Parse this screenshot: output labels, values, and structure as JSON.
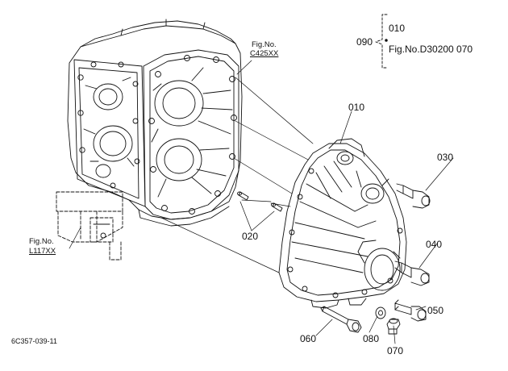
{
  "legend": {
    "parent": "090",
    "item_a": "010",
    "item_b": "Fig.No.D30200 070"
  },
  "refs": {
    "upper": {
      "caption": "Fig.No.",
      "code": "C425XX"
    },
    "lower": {
      "caption": "Fig.No.",
      "code": "L117XX"
    }
  },
  "callouts": {
    "p010": "010",
    "p020": "020",
    "p030": "030",
    "p040": "040",
    "p050": "050",
    "p060": "060",
    "p070": "070",
    "p080": "080"
  },
  "drawing_id": "6C357-039-11",
  "colors": {
    "ink": "#111111",
    "background": "#ffffff"
  }
}
